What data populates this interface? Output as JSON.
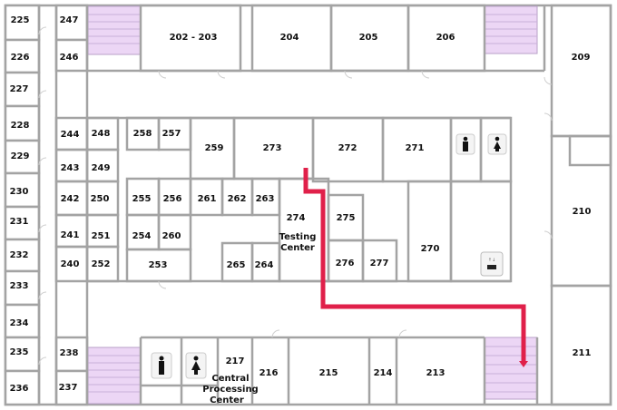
{
  "map": {
    "route_color": "#e0204a",
    "stair_color": "#ecd6f5",
    "rooms": {
      "r225": "225",
      "r226": "226",
      "r227": "227",
      "r228": "228",
      "r229": "229",
      "r230": "230",
      "r231": "231",
      "r232": "232",
      "r233": "233",
      "r234": "234",
      "r235": "235",
      "r236": "236",
      "r247": "247",
      "r246": "246",
      "r244": "244",
      "r248": "248",
      "r243": "243",
      "r249": "249",
      "r242": "242",
      "r250": "250",
      "r241": "241",
      "r251": "251",
      "r240": "240",
      "r252": "252",
      "r238": "238",
      "r237": "237",
      "r202": "202 - 203",
      "r204": "204",
      "r205": "205",
      "r206": "206",
      "r209": "209",
      "r210": "210",
      "r211": "211",
      "r258": "258",
      "r257": "257",
      "r259": "259",
      "r273": "273",
      "r272": "272",
      "r271": "271",
      "r255": "255",
      "r256": "256",
      "r261": "261",
      "r262": "262",
      "r263": "263",
      "r254": "254",
      "r260": "260",
      "r253": "253",
      "r265": "265",
      "r264": "264",
      "r274": "274",
      "r275": "275",
      "r276": "276",
      "r277": "277",
      "r270": "270",
      "r217": "217",
      "r216": "216",
      "r215": "215",
      "r214": "214",
      "r213": "213"
    },
    "testing_center": [
      "Testing",
      "Center"
    ],
    "central_processing": [
      "Central",
      "Processing",
      "Center"
    ],
    "icons": [
      "mens-restroom-icon",
      "womens-restroom-icon",
      "elevator-icon",
      "stairs-icon",
      "route-arrow-icon"
    ]
  }
}
